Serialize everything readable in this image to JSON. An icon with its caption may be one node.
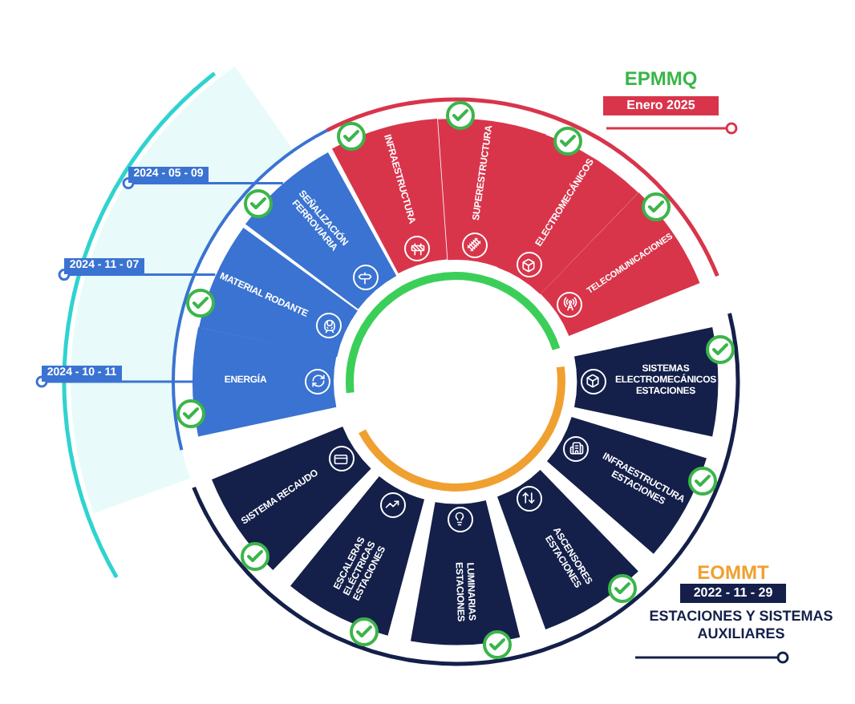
{
  "diagram": {
    "nodes": [
      {
        "text": [
          "SEÑALIZACIÓN FERROVIARIA"
        ]
      },
      {
        "text": [
          "MATERIAL RODANTE"
        ]
      },
      {
        "text": [
          "ENERGÍA"
        ]
      },
      {
        "text": [
          "INFRAESTRUCTURA"
        ]
      },
      {
        "text": [
          "SUPERESTRUCTURA"
        ]
      },
      {
        "text": [
          "ELECTROMECÁNICOS"
        ]
      },
      {
        "text": [
          "TELECOMUNICACIONES"
        ]
      },
      {
        "text": [
          "SISTEMAS ELECTROMECÁNICOS ESTACIONES"
        ]
      },
      {
        "text": [
          "INFRAESTRUCTURA ESTACIONES"
        ]
      },
      {
        "text": [
          "ASCENSORES ESTACIONES"
        ]
      },
      {
        "text": [
          "LUMINARIAS ESTACIONES"
        ]
      },
      {
        "text": [
          "ESCALERAS ELÉCTRICAS ESTACIONES"
        ]
      },
      {
        "text": [
          "SISTEMA RECAUDO"
        ]
      },
      {
        "text": [
          "2024 - 05 - 09"
        ]
      },
      {
        "text": [
          "2024 - 11 - 07"
        ]
      },
      {
        "text": [
          "2024 - 10 - 11"
        ]
      }
    ],
    "edges": [
      {
        "from": 13,
        "to": 0,
        "arrow": "other"
      },
      {
        "from": 14,
        "to": 1,
        "arrow": "other"
      },
      {
        "from": 15,
        "to": 2,
        "arrow": "other"
      }
    ],
    "labels": [
      "EPMMQ",
      "Enero 2025",
      "EOMMT",
      "2022 - 11 - 29",
      "ESTACIONES Y SISTEMAS AUXILIARES"
    ]
  }
}
